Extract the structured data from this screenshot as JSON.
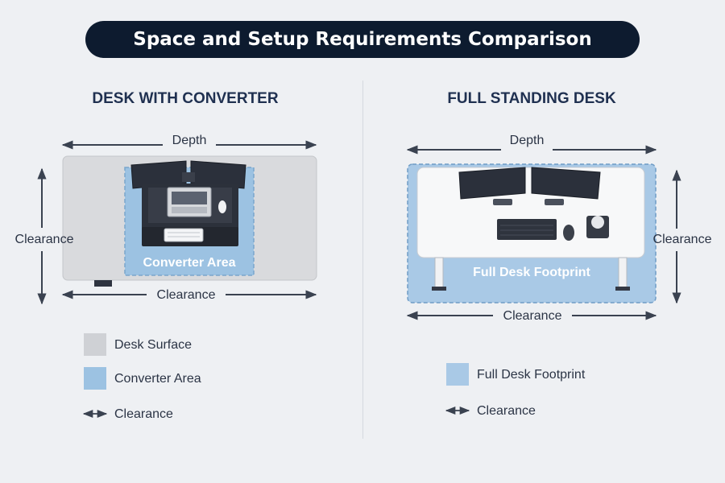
{
  "title": "Space and Setup Requirements Comparison",
  "colors": {
    "title_bg": "#0d1b2f",
    "desk_surface": "#d9dadd",
    "converter_area": "#9cc2e2",
    "footprint": "#a9c9e6",
    "arrow": "#3a4250"
  },
  "left": {
    "heading": "DESK WITH CONVERTER",
    "depth_label": "Depth",
    "clearance_side_label": "Clearance",
    "clearance_bottom_label": "Clearance",
    "area_label": "Converter Area",
    "legend": [
      {
        "label": "Desk Surface",
        "icon": "gray-square-swatch"
      },
      {
        "label": "Converter Area",
        "icon": "blue-square-swatch"
      },
      {
        "label": "Clearance",
        "icon": "double-arrow-icon"
      }
    ]
  },
  "right": {
    "heading": "FULL STANDING DESK",
    "depth_label": "Depth",
    "clearance_side_label": "Clearance",
    "clearance_bottom_label": "Clearance",
    "area_label": "Full Desk Footprint",
    "legend": [
      {
        "label": "Full Desk Footprint",
        "icon": "blue-square-swatch"
      },
      {
        "label": "Clearance",
        "icon": "double-arrow-icon"
      }
    ]
  }
}
